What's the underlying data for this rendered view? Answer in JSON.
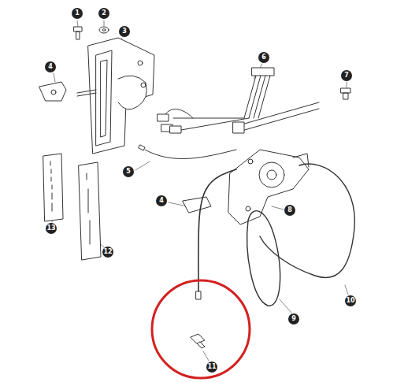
{
  "diagram": {
    "labels": [
      "1",
      "2",
      "3",
      "4",
      "6",
      "7",
      "5",
      "4",
      "8",
      "9",
      "10",
      "11",
      "12",
      "13"
    ]
  }
}
